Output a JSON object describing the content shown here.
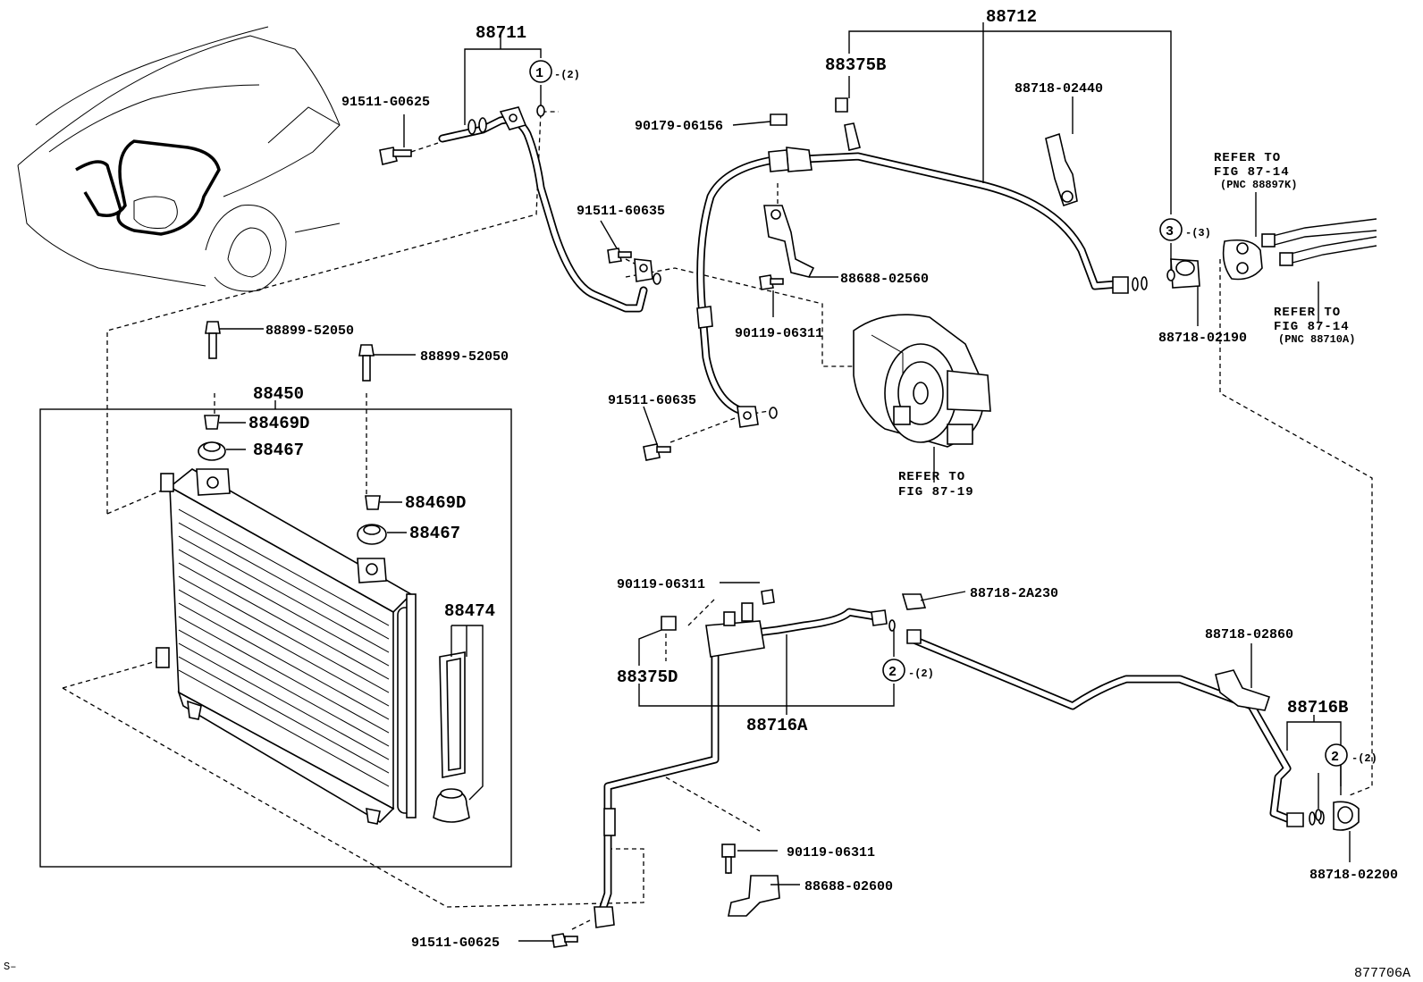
{
  "labels": {
    "p88711": "88711",
    "p88712": "88712",
    "p91511_G0625_top": "91511-G0625",
    "circle1_num": "1",
    "circle1_qty": "-(2)",
    "p88375B": "88375B",
    "p88718_02440": "88718-02440",
    "p90179_06156": "90179-06156",
    "p91511_60635_top": "91511-60635",
    "p88688_02560": "88688-02560",
    "p90119_06311_top": "90119-06311",
    "p91511_60635_mid": "91511-60635",
    "circle3_num": "3",
    "circle3_qty": "-(3)",
    "p88718_02190": "88718-02190",
    "ref_87_14_a1": "REFER TO",
    "ref_87_14_a2": "FIG 87-14",
    "ref_87_14_a3": "(PNC 88897K)",
    "ref_87_14_b1": "REFER TO",
    "ref_87_14_b2": "FIG 87-14",
    "ref_87_14_b3": "(PNC 88710A)",
    "ref_87_19_1": "REFER TO",
    "ref_87_19_2": "FIG 87-19",
    "p88899_52050_a": "88899-52050",
    "p88899_52050_b": "88899-52050",
    "p88450": "88450",
    "p88469D_a": "88469D",
    "p88467_a": "88467",
    "p88469D_b": "88469D",
    "p88467_b": "88467",
    "p88474": "88474",
    "p90119_06311_mid": "90119-06311",
    "p88718_2A230": "88718-2A230",
    "p88375D": "88375D",
    "circle2a_num": "2",
    "circle2a_qty": "-(2)",
    "p88716A": "88716A",
    "p88718_02860": "88718-02860",
    "p88716B": "88716B",
    "circle2b_num": "2",
    "circle2b_qty": "-(2)",
    "p88718_02200": "88718-02200",
    "p90119_06311_bot": "90119-06311",
    "p88688_02600": "88688-02600",
    "p91511_G0625_bot": "91511-G0625",
    "corner_s": "S–",
    "figure_id": "877706A"
  }
}
